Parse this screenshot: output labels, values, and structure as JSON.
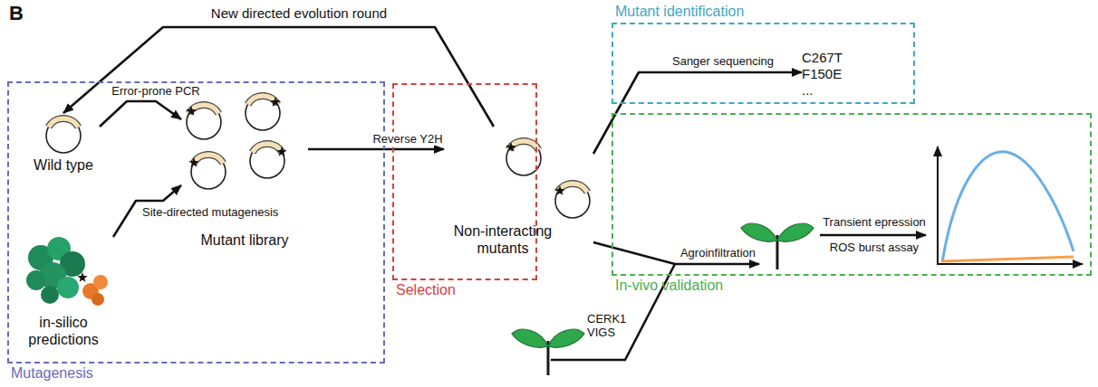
{
  "diagram": {
    "nodes": [
      {
        "text": [
          "Mutagenesis"
        ]
      },
      {
        "text": [
          "Wild type"
        ],
        "in": 0
      },
      {
        "text": [
          "in-silico predictions"
        ],
        "in": 0
      },
      {
        "text": [
          "Mutant library"
        ],
        "in": 0
      },
      {
        "text": [
          "Selection"
        ]
      },
      {
        "text": [
          "Non-interacting mutants"
        ],
        "in": 4
      },
      {
        "text": [
          "Mutant identification"
        ]
      },
      {
        "text": [
          "C267T",
          "F150E",
          "..."
        ],
        "in": 6
      },
      {
        "text": [
          "In-vivo validation"
        ]
      }
    ],
    "edges": [
      {
        "from": 1,
        "to": 3,
        "label": "Error-prone PCR",
        "arrow": "to"
      },
      {
        "from": 2,
        "to": 3,
        "label": "Site-directed mutagenesis",
        "arrow": "to"
      },
      {
        "from": 3,
        "to": 5,
        "label": "Reverse Y2H",
        "arrow": "to"
      },
      {
        "from": 5,
        "to": 1,
        "label": "New directed evolution round",
        "arrow": "to"
      },
      {
        "from": 5,
        "to": 7,
        "label": "Sanger sequencing",
        "arrow": "to"
      }
    ],
    "labels": [
      "B",
      "Agroinfiltration",
      "Transient epression",
      "ROS burst assay",
      "CERK1 VIGS"
    ]
  }
}
